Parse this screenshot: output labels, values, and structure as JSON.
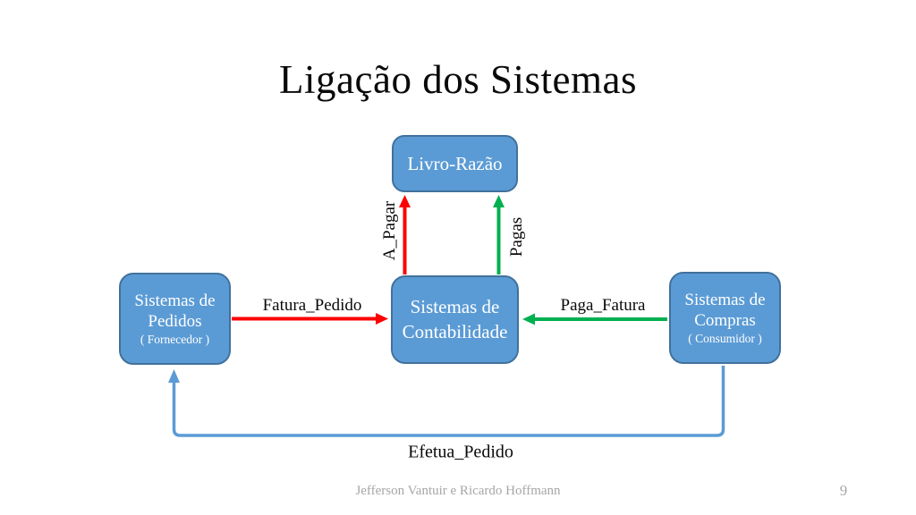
{
  "slide": {
    "title": "Ligação dos Sistemas",
    "footer": {
      "authors": "Jefferson Vantuir e Ricardo Hoffmann",
      "page_number": "9"
    }
  },
  "diagram": {
    "nodes": {
      "livro_razao": {
        "label": "Livro-Razão"
      },
      "contabilidade": {
        "line1": "Sistemas de",
        "line2": "Contabilidade"
      },
      "pedidos": {
        "line1": "Sistemas de",
        "line2": "Pedidos",
        "sublabel": "( Fornecedor )"
      },
      "compras": {
        "line1": "Sistemas de",
        "line2": "Compras",
        "sublabel": "( Consumidor )"
      }
    },
    "edges": {
      "a_pagar": {
        "label": "A_Pagar",
        "from": "contabilidade",
        "to": "livro_razao",
        "color": "#FF0000"
      },
      "pagas": {
        "label": "Pagas",
        "from": "contabilidade",
        "to": "livro_razao",
        "color": "#00B050"
      },
      "fatura_pedido": {
        "label": "Fatura_Pedido",
        "from": "pedidos",
        "to": "contabilidade",
        "color": "#FF0000"
      },
      "paga_fatura": {
        "label": "Paga_Fatura",
        "from": "compras",
        "to": "contabilidade",
        "color": "#00B050"
      },
      "efetua_pedido": {
        "label": "Efetua_Pedido",
        "from": "compras",
        "to": "pedidos",
        "color": "#5B9BD5"
      }
    },
    "colors": {
      "node_fill": "#5B9BD5",
      "node_border": "#41719C",
      "node_text": "#FFFFFF",
      "footer_text": "#A6A6A6"
    }
  }
}
